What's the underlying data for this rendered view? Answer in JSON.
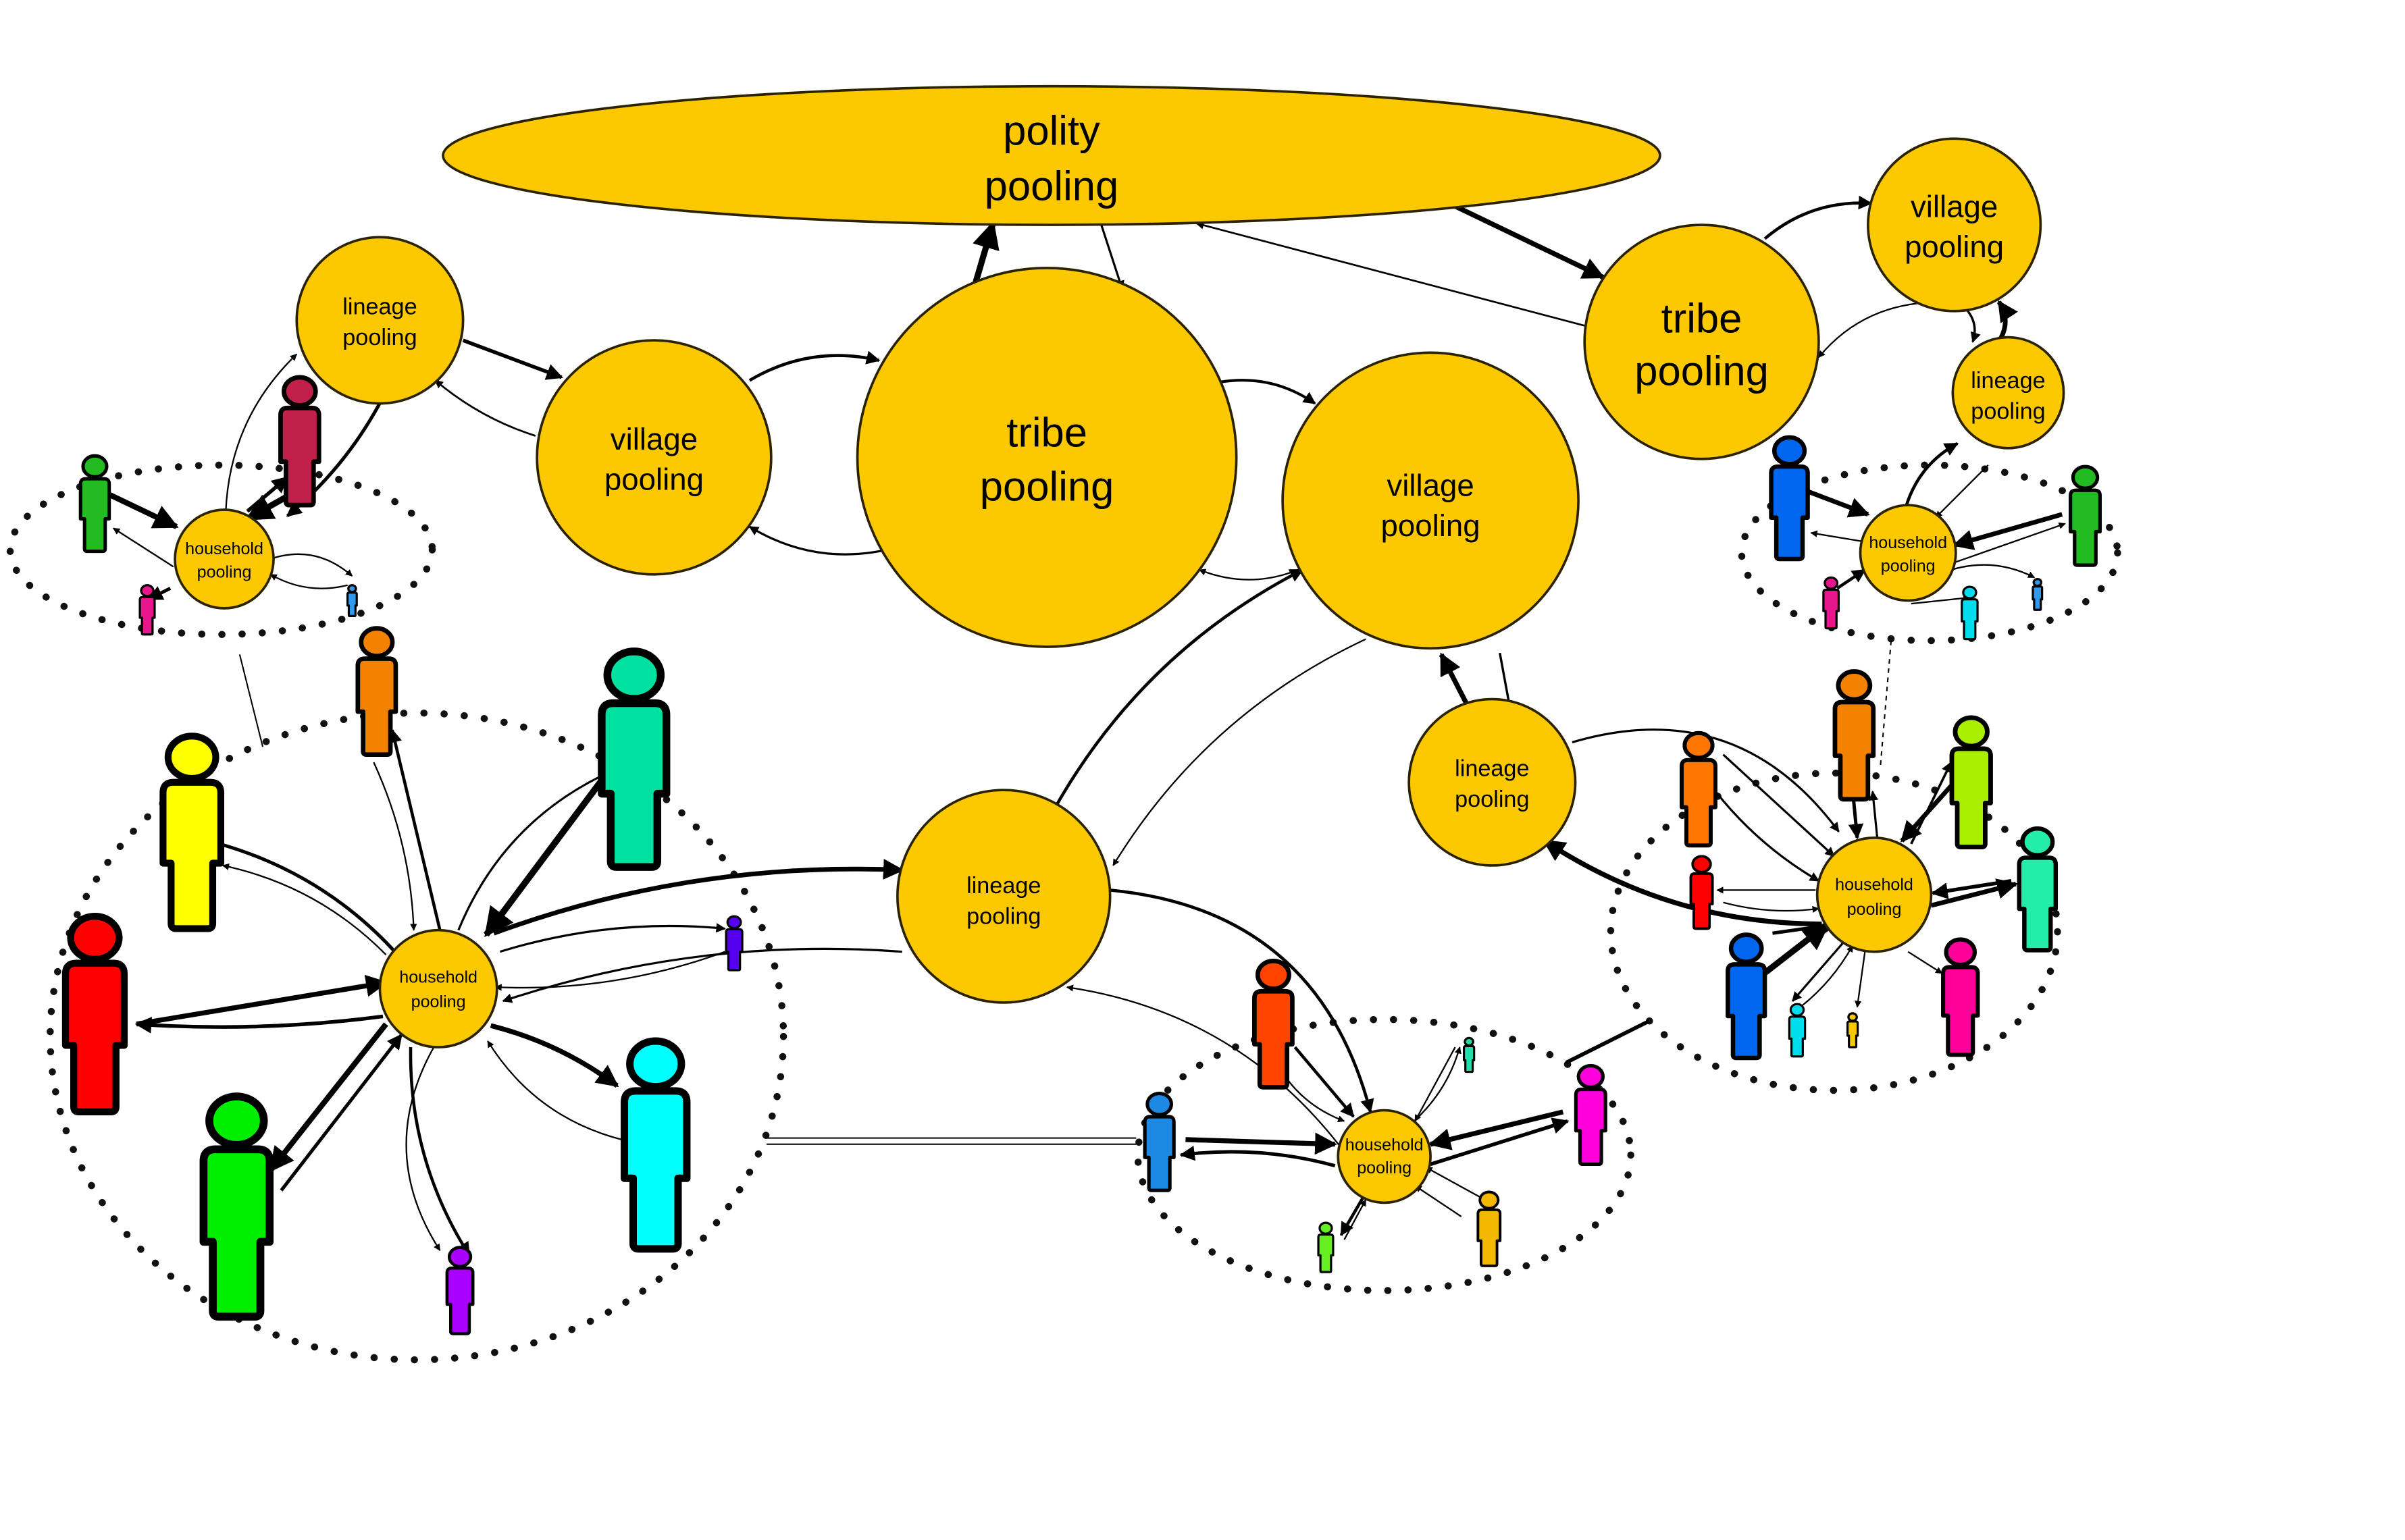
{
  "diagram": {
    "colors": {
      "pool_fill": "#FCC800",
      "edge": "#000000",
      "background": "#FFFFFF"
    },
    "labels": {
      "polity": [
        "polity",
        "pooling"
      ],
      "tribe": [
        "tribe",
        "pooling"
      ],
      "village": [
        "village",
        "pooling"
      ],
      "lineage": [
        "lineage",
        "pooling"
      ],
      "household": [
        "household",
        "pooling"
      ]
    },
    "people_colors": {
      "hh_left": [
        "#22BB22",
        "#C0204A",
        "#E8168C",
        "#3399EE"
      ],
      "hh_big": [
        "#FFFF00",
        "#F28200",
        "#00E0A0",
        "#FF0000",
        "#5500EE",
        "#00EE00",
        "#00FFFF",
        "#AA00FF"
      ],
      "hh_bottom": [
        "#1E88E5",
        "#FF4400",
        "#22DDAA",
        "#FF00DD",
        "#66EE22",
        "#F5B800"
      ],
      "hh_right": [
        "#FF7700",
        "#F28200",
        "#AAEE00",
        "#FF0000",
        "#22EEAA",
        "#0066EE",
        "#00DDEE",
        "#F5C800",
        "#FF0099"
      ],
      "hh_topright": [
        "#0066EE",
        "#22BB22",
        "#E8168C",
        "#00DDEE",
        "#3399EE"
      ]
    }
  }
}
